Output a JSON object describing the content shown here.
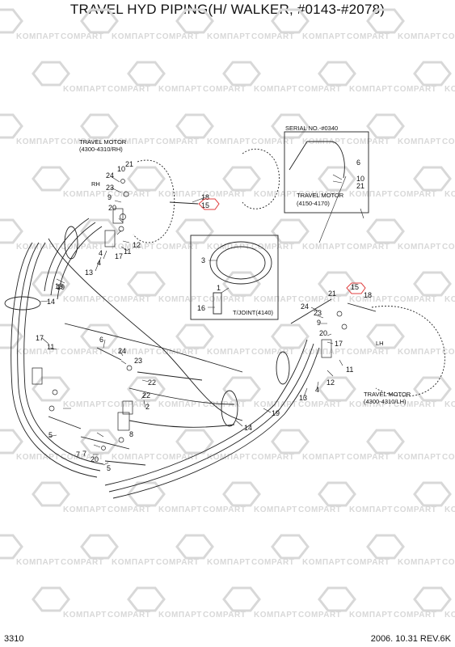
{
  "title": "TRAVEL HYD PIPING(H/ WALKER, #0143-#2078)",
  "watermark": {
    "brand_a": "KOMПАРТ",
    "brand_b": "COMPART",
    "color": "#d8d8d8"
  },
  "footer": {
    "page_no": "3310",
    "revision": "2006. 10.31  REV.6K"
  },
  "captions": {
    "travel_motor": "TRAVEL MOTOR",
    "rh_range": "(4300-4310/RH)",
    "serial_no": "SERIAL NO.-#0340",
    "motor_alt_range": "(4150-4170)",
    "tjoint": "T/JOINT(4140)",
    "lh_range": "(4300-4310/LH)",
    "rh": "RH",
    "lh": "LH"
  },
  "callouts": [
    "10",
    "21",
    "24",
    "23",
    "9",
    "20",
    "17",
    "11",
    "12",
    "13",
    "4",
    "19",
    "14",
    "18",
    "15",
    "3",
    "1",
    "16",
    "6",
    "10",
    "21",
    "15",
    "18",
    "21",
    "24",
    "23",
    "9",
    "20",
    "17",
    "11",
    "12",
    "13",
    "4",
    "19",
    "14",
    "17",
    "11",
    "24",
    "23",
    "22",
    "2",
    "5",
    "6",
    "7",
    "20",
    "8",
    "4",
    "19",
    "5",
    "7"
  ],
  "highlight_color": "#e04040"
}
